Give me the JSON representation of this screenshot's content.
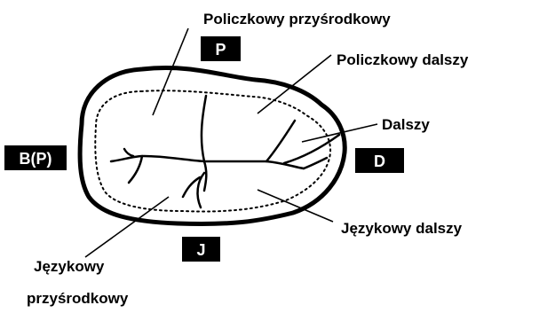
{
  "colors": {
    "ink": "#000000",
    "paper": "#ffffff"
  },
  "diagram": {
    "labels": {
      "buccal_mesial": "Policzkowy przyśrodkowy",
      "buccal_distal": "Policzkowy dalszy",
      "distal": "Dalszy",
      "lingual_distal": "Językowy dalszy",
      "lingual_mesial_line1": "Językowy",
      "lingual_mesial_line2": "przyśrodkowy"
    },
    "badges": {
      "top": "P",
      "left": "B(P)",
      "right": "D",
      "bottom": "J"
    }
  }
}
